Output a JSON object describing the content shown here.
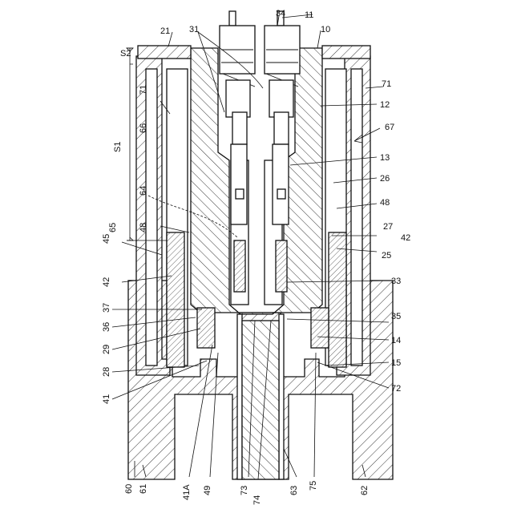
{
  "labels": {
    "l10": "10",
    "l11": "11",
    "l12": "12",
    "l13": "13",
    "l14": "14",
    "l15": "15",
    "l21": "21",
    "l25": "25",
    "l26": "26",
    "l27": "27",
    "l28": "28",
    "l29": "29",
    "l31": "31",
    "l33": "33",
    "l34": "34",
    "l35": "35",
    "l36": "36",
    "l37": "37",
    "l41": "41",
    "l41A": "41A",
    "l42a": "42",
    "l42b": "42",
    "l45": "45",
    "l48a": "48",
    "l48b": "48",
    "l49": "49",
    "l60": "60",
    "l61": "61",
    "l62": "62",
    "l63": "63",
    "l64": "64",
    "l65": "65",
    "l66": "66",
    "l67": "67",
    "l71a": "71",
    "l71b": "71",
    "l72": "72",
    "l73": "73",
    "l74": "74",
    "l75": "75",
    "lS1": "S1",
    "lS2": "S2"
  }
}
